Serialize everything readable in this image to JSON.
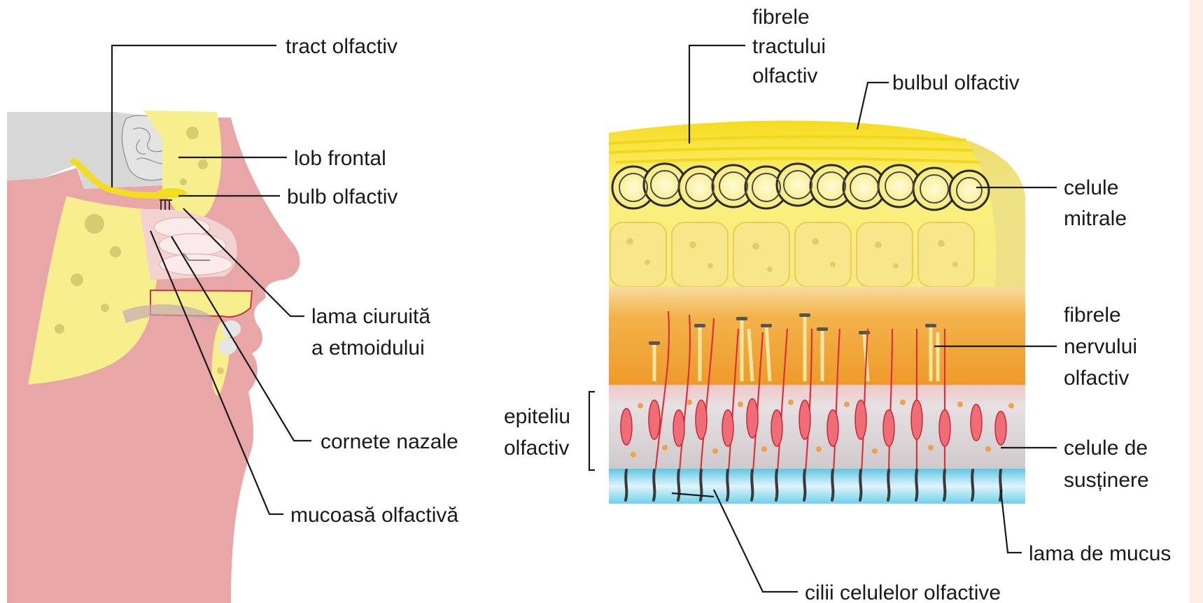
{
  "colors": {
    "background": "#ffffff",
    "skin": "#e9a6a7",
    "bone": "#f7ee8e",
    "bone_spots": "#c9c06a",
    "grey_tissue": "#d8d8d8",
    "nerve_yellow": "#f5e12a",
    "mitral_cell": "#fff6b0",
    "orange_layer": "#f0a43a",
    "nerve_fiber_red": "#d8333b",
    "epithelium": "#d9d2d4",
    "support_cell": "#f0927c",
    "mucus_blue": "#7fd3ea",
    "cilia_dark": "#3a3a3a",
    "right_strip": "#fbece6",
    "label_text": "#1a1a1a"
  },
  "left_diagram": {
    "labels": {
      "tract_olfactiv": "tract olfactiv",
      "lob_frontal": "lob frontal",
      "bulb_olfactiv": "bulb olfactiv",
      "lama_ciuruita_1": "lama ciuruită",
      "lama_ciuruita_2": "a etmoidului",
      "cornete_nazale": "cornete nazale",
      "mucoasa_olfactiva": "mucoasă olfactivă"
    }
  },
  "right_diagram": {
    "labels": {
      "fibrele_tractului_1": "fibrele",
      "fibrele_tractului_2": "tractului",
      "fibrele_tractului_3": "olfactiv",
      "bulbul_olfactiv": "bulbul olfactiv",
      "celule_mitrale_1": "celule",
      "celule_mitrale_2": "mitrale",
      "fibrele_nervului_1": "fibrele",
      "fibrele_nervului_2": "nervului",
      "fibrele_nervului_3": "olfactiv",
      "epiteliu_1": "epiteliu",
      "epiteliu_2": "olfactiv",
      "celule_sustinere_1": "celule de",
      "celule_sustinere_2": "susținere",
      "lama_mucus": "lama de mucus",
      "cilii": "cilii celulelor olfactive"
    }
  }
}
